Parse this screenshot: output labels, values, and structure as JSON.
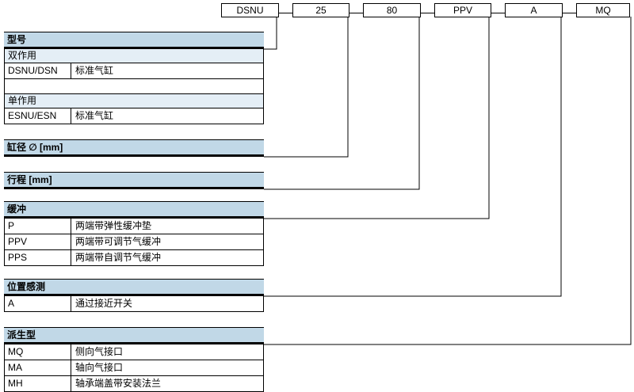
{
  "code": [
    "DSNU",
    "25",
    "80",
    "PPV",
    "A",
    "MQ"
  ],
  "sections": {
    "type": {
      "title": "型号",
      "groups": [
        {
          "label": "双作用",
          "rows": [
            {
              "code": "DSNU/DSN",
              "desc": "标准气缸"
            }
          ]
        },
        {
          "label": "单作用",
          "rows": [
            {
              "code": "ESNU/ESN",
              "desc": "标准气缸"
            }
          ]
        }
      ]
    },
    "bore": {
      "title": "缸径 ∅ [mm]"
    },
    "stroke": {
      "title": "行程 [mm]"
    },
    "cushion": {
      "title": "缓冲",
      "rows": [
        {
          "code": "P",
          "desc": "两端带弹性缓冲垫"
        },
        {
          "code": "PPV",
          "desc": "两端带可调节气缓冲"
        },
        {
          "code": "PPS",
          "desc": "两端带自调节气缓冲"
        }
      ]
    },
    "sensing": {
      "title": "位置感测",
      "rows": [
        {
          "code": "A",
          "desc": "通过接近开关"
        }
      ]
    },
    "variants": {
      "title": "派生型",
      "rows": [
        {
          "code": "MQ",
          "desc": "侧向气接口"
        },
        {
          "code": "MA",
          "desc": "轴向气接口"
        },
        {
          "code": "MH",
          "desc": "轴承端盖带安装法兰"
        }
      ]
    }
  }
}
